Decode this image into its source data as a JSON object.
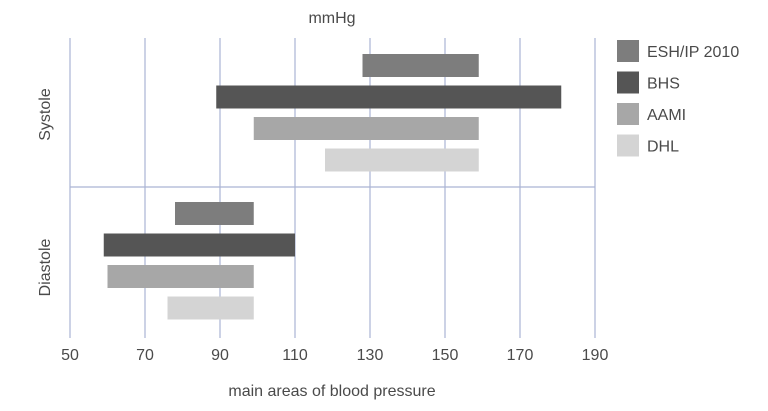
{
  "chart_data": {
    "type": "bar",
    "orientation": "horizontal-range",
    "title": "mmHg",
    "xlabel": "main areas of blood pressure",
    "xlim": [
      50,
      190
    ],
    "x_ticks": [
      50,
      70,
      90,
      110,
      130,
      150,
      170,
      190
    ],
    "groups": [
      "Systole",
      "Diastole"
    ],
    "grid": true,
    "legend_position": "right",
    "series": [
      {
        "name": "ESH/IP 2010",
        "color": "#7d7d7d",
        "ranges": {
          "Systole": [
            128,
            159
          ],
          "Diastole": [
            78,
            99
          ]
        }
      },
      {
        "name": "BHS",
        "color": "#555555",
        "ranges": {
          "Systole": [
            89,
            181
          ],
          "Diastole": [
            59,
            110
          ]
        }
      },
      {
        "name": "AAMI",
        "color": "#a7a7a7",
        "ranges": {
          "Systole": [
            99,
            159
          ],
          "Diastole": [
            60,
            99
          ]
        }
      },
      {
        "name": "DHL",
        "color": "#d4d4d4",
        "ranges": {
          "Systole": [
            118,
            159
          ],
          "Diastole": [
            76,
            99
          ]
        }
      }
    ],
    "grid_color": "#aab4d4"
  }
}
